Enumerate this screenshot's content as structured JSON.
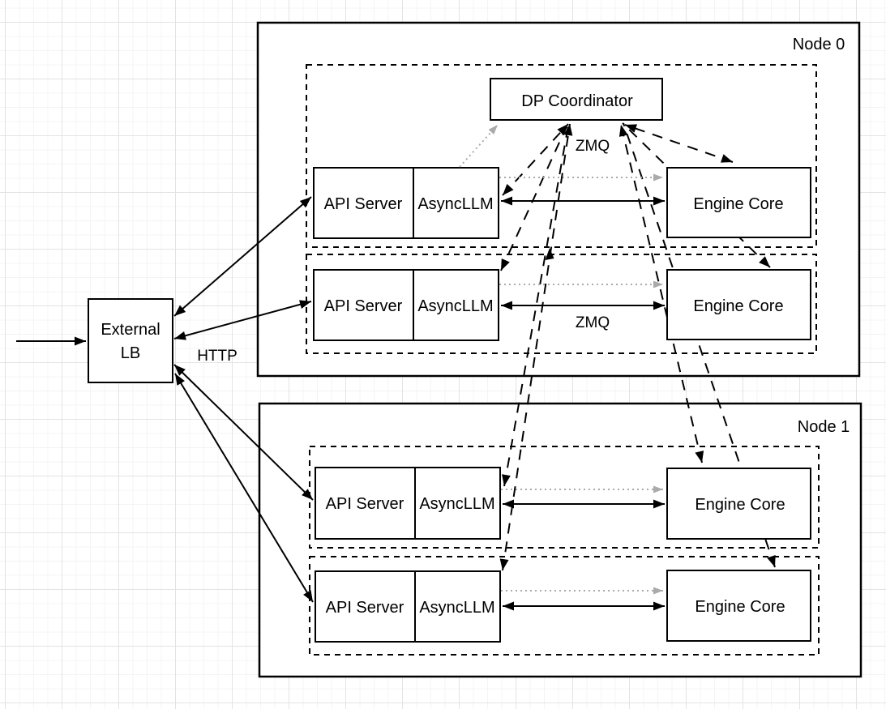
{
  "diagram": {
    "external_lb": {
      "line1": "External",
      "line2": "LB"
    },
    "labels": {
      "http": "HTTP",
      "zmq_top": "ZMQ",
      "zmq_bottom": "ZMQ"
    },
    "node0": {
      "label": "Node 0",
      "dp_coordinator": "DP Coordinator",
      "rows": [
        {
          "api_server": "API Server",
          "async_llm": "AsyncLLM",
          "engine_core": "Engine Core"
        },
        {
          "api_server": "API Server",
          "async_llm": "AsyncLLM",
          "engine_core": "Engine Core"
        }
      ]
    },
    "node1": {
      "label": "Node 1",
      "rows": [
        {
          "api_server": "API Server",
          "async_llm": "AsyncLLM",
          "engine_core": "Engine Core"
        },
        {
          "api_server": "API Server",
          "async_llm": "AsyncLLM",
          "engine_core": "Engine Core"
        }
      ]
    },
    "colors": {
      "stroke": "#000000",
      "dotted_gray": "#aaaaaa",
      "box_fill": "#ffffff"
    }
  }
}
